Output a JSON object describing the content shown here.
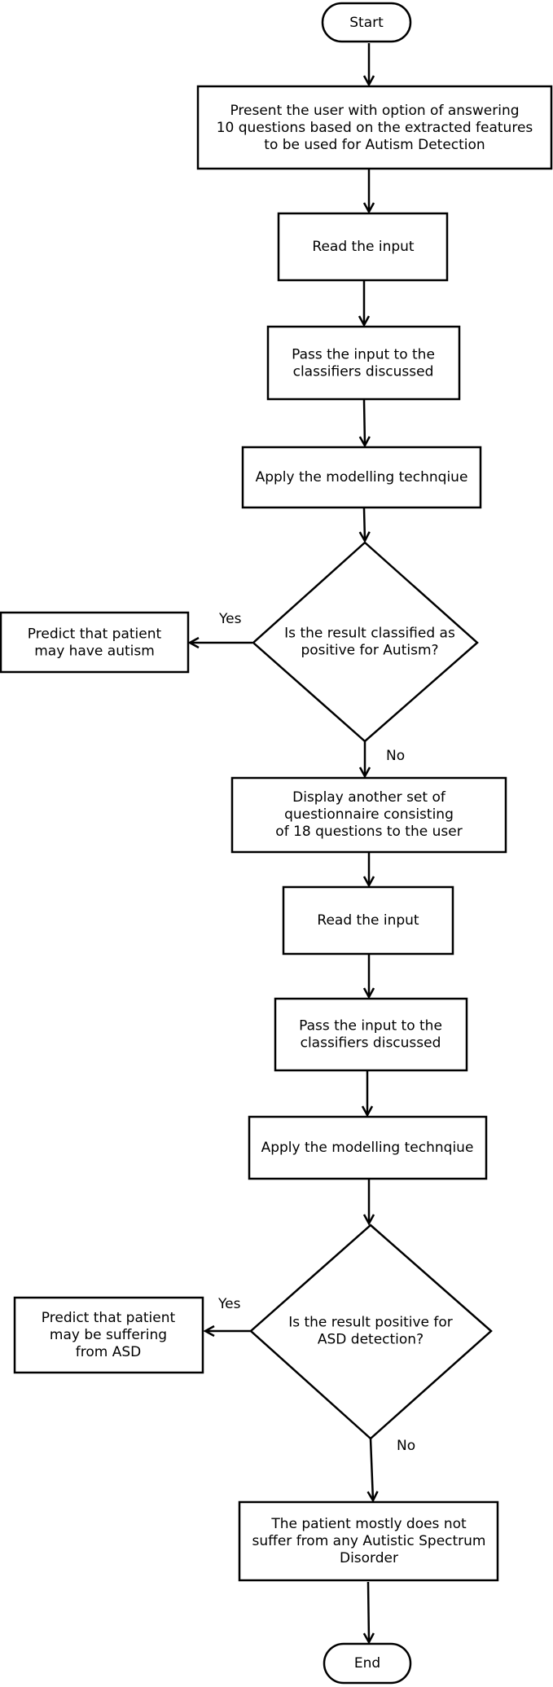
{
  "nodes": {
    "start": {
      "lines": [
        "Start"
      ]
    },
    "present_questions": {
      "lines": [
        "Present the user with option of answering",
        "10 questions based on the extracted features",
        "to be used for Autism Detection"
      ]
    },
    "read_input_1": {
      "lines": [
        "Read the input"
      ]
    },
    "pass_input_1": {
      "lines": [
        "Pass the input to the",
        "classifiers discussed"
      ]
    },
    "apply_model_1": {
      "lines": [
        "Apply the modelling technqiue"
      ]
    },
    "decision_1": {
      "lines": [
        "Is the result classified as",
        "positive for Autism?"
      ]
    },
    "predict_autism": {
      "lines": [
        "Predict that patient",
        "may have autism"
      ]
    },
    "display_questionnaire": {
      "lines": [
        "Display another set of",
        "questionnaire consisting",
        "of 18 questions to the user"
      ]
    },
    "read_input_2": {
      "lines": [
        "Read the input"
      ]
    },
    "pass_input_2": {
      "lines": [
        "Pass the input to the",
        "classifiers discussed"
      ]
    },
    "apply_model_2": {
      "lines": [
        "Apply the modelling technqiue"
      ]
    },
    "decision_2": {
      "lines": [
        "Is the result positive for",
        "ASD detection?"
      ]
    },
    "predict_asd": {
      "lines": [
        "Predict that patient",
        "may be suffering",
        "from ASD"
      ]
    },
    "no_disorder": {
      "lines": [
        "The patient mostly does not",
        "suffer from any Autistic Spectrum",
        "Disorder"
      ]
    },
    "end": {
      "lines": [
        "End"
      ]
    }
  },
  "edge_labels": {
    "decision_1_yes": "Yes",
    "decision_1_no": "No",
    "decision_2_yes": "Yes",
    "decision_2_no": "No"
  }
}
